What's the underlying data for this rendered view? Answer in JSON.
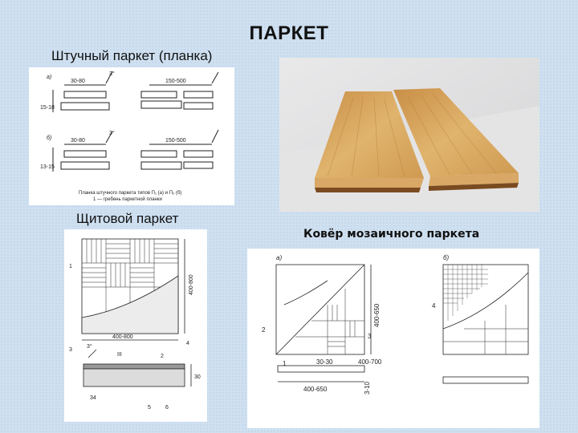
{
  "slide": {
    "title": "ПАРКЕТ",
    "label_strip": "Штучный паркет (планка)",
    "label_panel": "Щитовой паркет",
    "label_mosaic": "Ковёр мозаичного паркета"
  },
  "drawing_strip": {
    "fig_a": "а)",
    "fig_b": "б)",
    "dim_a1": "30-80",
    "dim_a2": "150-500",
    "dim_b1": "30-80",
    "dim_b2": "150-500",
    "angle_a": "3°",
    "angle_b": "3°",
    "side_a": "15-18",
    "side_b": "13-15",
    "caption_line1": "Планка штучного паркета типов П₁ (а) и П₂ (б)",
    "caption_line2": "1 — гребень паркетной планки"
  },
  "drawing_panel": {
    "dim_width": "400-800",
    "dim_height": "400-800",
    "dim_thickness": "30",
    "dim_base": "34",
    "callout_1": "1",
    "callout_2": "2",
    "callout_3": "3",
    "callout_4": "4",
    "callout_5": "5",
    "callout_6": "6",
    "roman": "III",
    "angle": "3°"
  },
  "drawing_mosaic": {
    "fig_a": "а)",
    "fig_b": "б)",
    "dim_vert": "400-650",
    "dim_small": "30-30",
    "dim_side": "400-700",
    "dim_bottom": "400-650",
    "dim_thick": "3-10",
    "callout_1": "1",
    "callout_2": "2",
    "callout_3": "3",
    "callout_4": "4"
  },
  "colors": {
    "background": "#cfe0f0",
    "wood_light": "#e2b772",
    "wood_dark": "#b9813d",
    "ink": "#1a1a1a"
  }
}
